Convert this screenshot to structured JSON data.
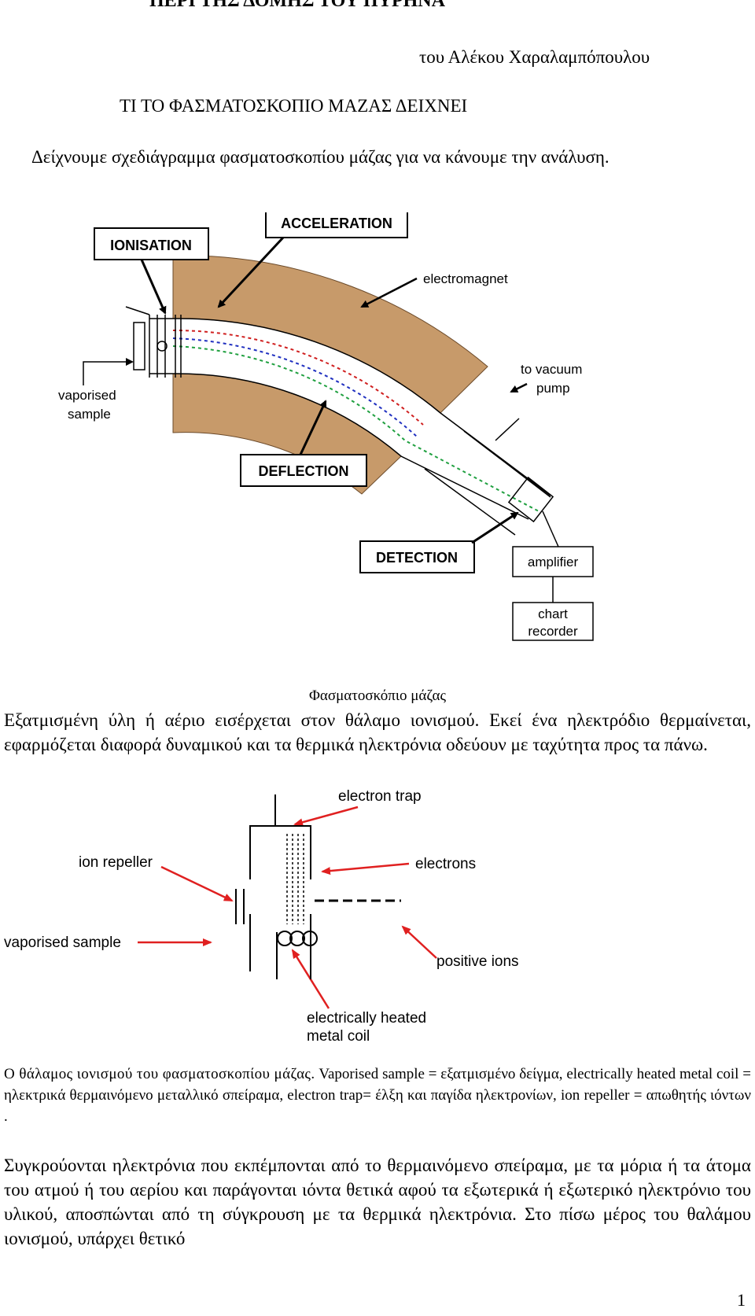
{
  "document": {
    "title": "ΠΕΡΙ ΤΗΣ ΔΟΜΗΣ ΤΟΥ ΠΥΡΗΝΑ",
    "author": "του Αλέκου Χαραλαμπόπουλου",
    "heading": "ΤΙ ΤΟ ΦΑΣΜΑΤΟΣΚΟΠΙΟ ΜΑΖΑΣ ΔΕΙΧΝΕΙ",
    "intro": "Δείχνουμε σχεδιάγραμμα φασματοσκοπίου μάζας για να κάνουμε την ανάλυση.",
    "page_number": "1"
  },
  "figure1": {
    "labels": {
      "ionisation": "IONISATION",
      "acceleration": "ACCELERATION",
      "electromagnet": "electromagnet",
      "vacuum_line1": "to vacuum",
      "vacuum_line2": "pump",
      "vaporised_line1": "vaporised",
      "vaporised_line2": "sample",
      "deflection": "DEFLECTION",
      "detection": "DETECTION",
      "amplifier": "amplifier",
      "chart_line1": "chart",
      "chart_line2": "recorder"
    },
    "colors": {
      "magnet": "#c79a6a",
      "beam_red": "#d02020",
      "beam_blue": "#2030c0",
      "beam_green": "#20a040"
    },
    "caption": "Φασματοσκόπιο μάζας"
  },
  "paragraph1": "Εξατμισμένη ύλη ή αέριο εισέρχεται στον θάλαμο ιονισμού. Εκεί ένα ηλεκτρόδιο θερμαίνεται, εφαρμόζεται διαφορά δυναμικού και τα θερμικά ηλεκτρόνια οδεύουν με ταχύτητα προς τα πάνω.",
  "figure2": {
    "labels": {
      "electron_trap": "electron trap",
      "ion_repeller": "ion repeller",
      "electrons": "electrons",
      "vaporised_sample": "vaporised sample",
      "positive_ions": "positive ions",
      "coil_line1": "electrically heated",
      "coil_line2": "metal coil"
    },
    "colors": {
      "arrow": "#e02020"
    }
  },
  "paragraph2": {
    "lead": "Ο θάλαμος ιονισμού του φασματοσκοπίου μάζας.",
    "rest": " Vaporised sample = εξατμισμένο δείγμα, electrically heated metal coil = ηλεκτρικά θερμαινόμενο μεταλλικό σπείραμα, electron trap= έλξη και παγίδα ηλεκτρονίων, ion repeller = απωθητής ιόντων ."
  },
  "paragraph3": " Συγκρούονται ηλεκτρόνια που εκπέμπονται από το θερμαινόμενο σπείραμα, με τα μόρια ή τα άτομα του ατμού ή του αερίου και παράγονται ιόντα θετικά αφού τα εξωτερικά ή εξωτερικό ηλεκτρόνιο του υλικού, αποσπώνται από τη σύγκρουση με τα θερμικά ηλεκτρόνια. Στο πίσω μέρος του θαλάμου ιονισμού, υπάρχει θετικό"
}
